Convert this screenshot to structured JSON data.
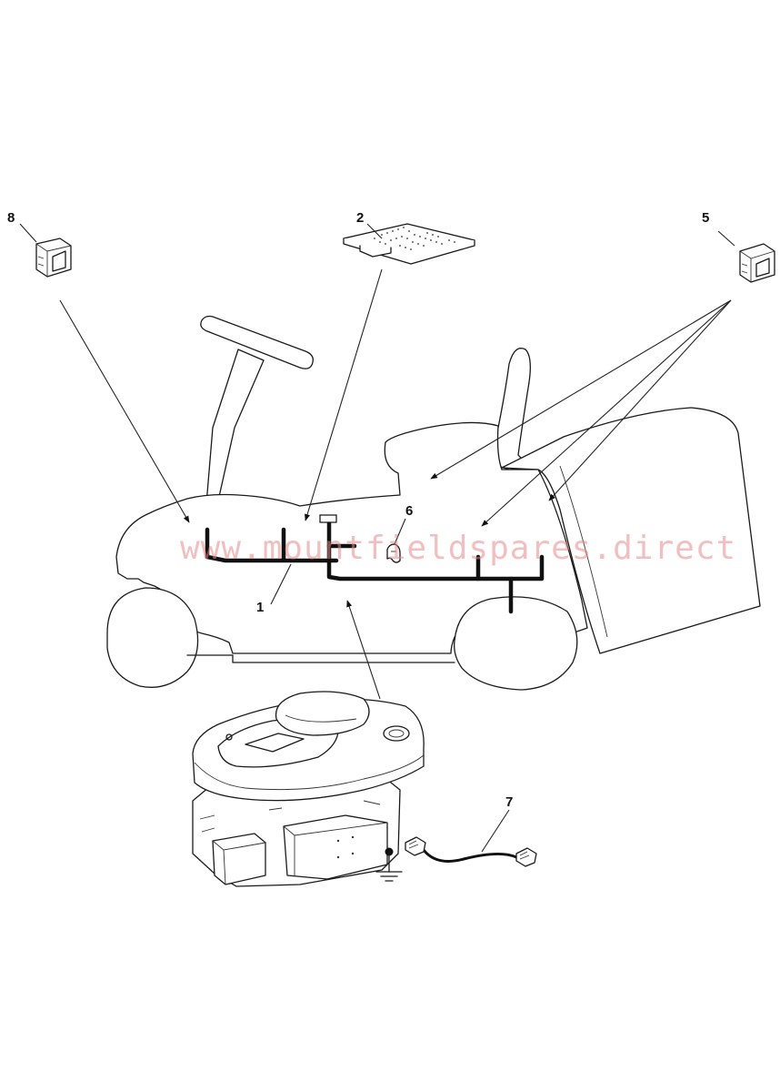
{
  "diagram": {
    "callouts": [
      {
        "id": "1",
        "label": "1"
      },
      {
        "id": "2",
        "label": "2"
      },
      {
        "id": "5",
        "label": "5"
      },
      {
        "id": "6",
        "label": "6"
      },
      {
        "id": "7",
        "label": "7"
      },
      {
        "id": "8",
        "label": "8"
      }
    ],
    "watermark": "www.mountfieldspares.direct",
    "colors": {
      "line": "#1a1a1a",
      "harness": "#111111",
      "watermark": "#e58a8a",
      "background": "#ffffff"
    },
    "icons": [
      "switch-icon",
      "circuit-board-icon",
      "ground-symbol-icon",
      "connector-icon"
    ]
  }
}
